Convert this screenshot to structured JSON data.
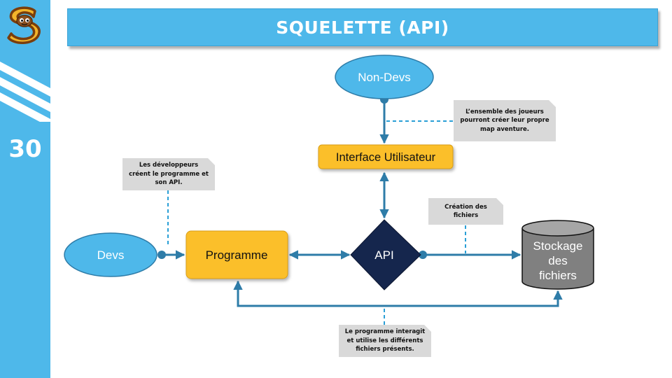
{
  "slide": {
    "title": "SQUELETTE (API)",
    "page_number": "30"
  },
  "nodes": {
    "non_devs": "Non-Devs",
    "interface": "Interface Utilisateur",
    "devs": "Devs",
    "programme": "Programme",
    "api": "API",
    "stockage": [
      "Stockage",
      "des",
      "fichiers"
    ]
  },
  "notes": {
    "joueurs": "L’ensemble des joueurs pourront créer leur propre map aventure.",
    "developpeurs": "Les développeurs créent le programme et son API.",
    "creation": "Création des fichiers",
    "interagit": "Le programme interagit et utilise les différents fichiers présents."
  },
  "colors": {
    "sidebar": "#4eb8ea",
    "ellipse_fill": "#4eb8ea",
    "box_fill": "#fbbf2c",
    "api_fill": "#15264d",
    "cylinder_fill": "#808080",
    "connector": "#2e7ca8",
    "note_fill": "#d9d9d9"
  },
  "icons": {
    "logo": "s-mascot-logo"
  }
}
